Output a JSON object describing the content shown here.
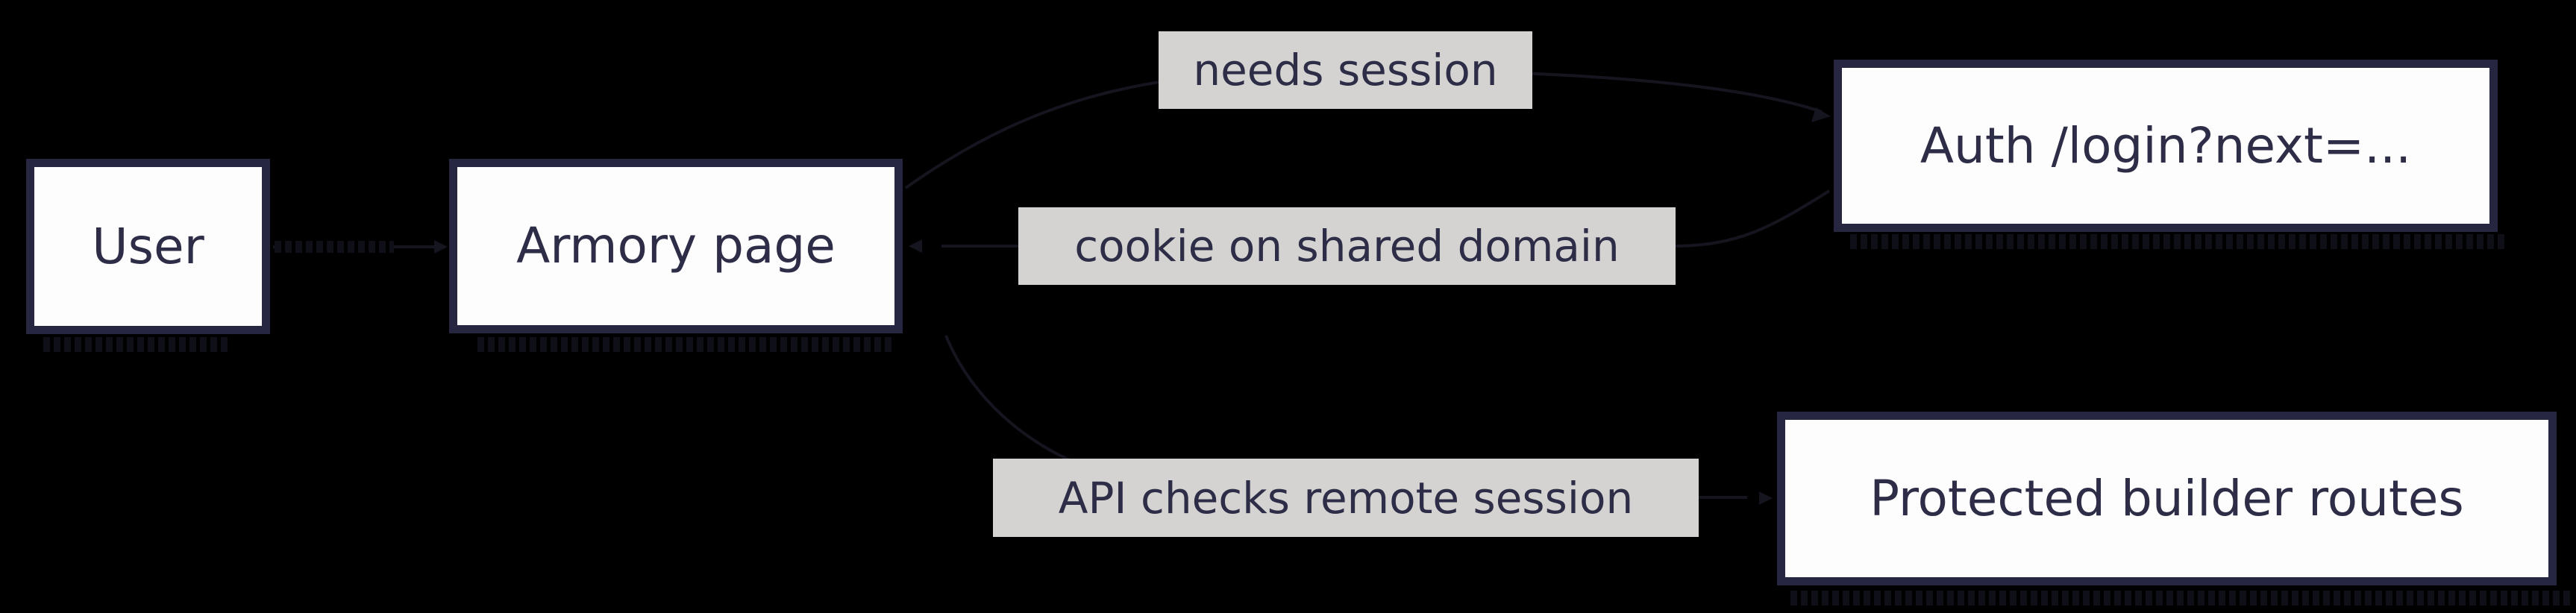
{
  "diagram": {
    "type": "flowchart",
    "background_color": "#000000",
    "colors": {
      "node_fill": "#fdfdfd",
      "node_border": "#262641",
      "text": "#2e2d47",
      "edge_label_bg": "#d4d3d1",
      "edge_stroke": "#15151f"
    },
    "nodes": [
      {
        "id": "user",
        "label": "User"
      },
      {
        "id": "armory",
        "label": "Armory page"
      },
      {
        "id": "auth",
        "label": "Auth /login?next=..."
      },
      {
        "id": "protected",
        "label": "Protected builder routes"
      }
    ],
    "edge_labels": [
      {
        "text": "needs session"
      },
      {
        "text": "cookie on shared domain"
      },
      {
        "text": "API checks remote session"
      }
    ],
    "edges": [
      {
        "from": "user",
        "to": "armory",
        "label": ""
      },
      {
        "from": "armory",
        "to": "auth",
        "label": "needs session"
      },
      {
        "from": "auth",
        "to": "armory",
        "label": "cookie on shared domain"
      },
      {
        "from": "armory",
        "to": "protected",
        "label": "API checks remote session"
      }
    ]
  }
}
